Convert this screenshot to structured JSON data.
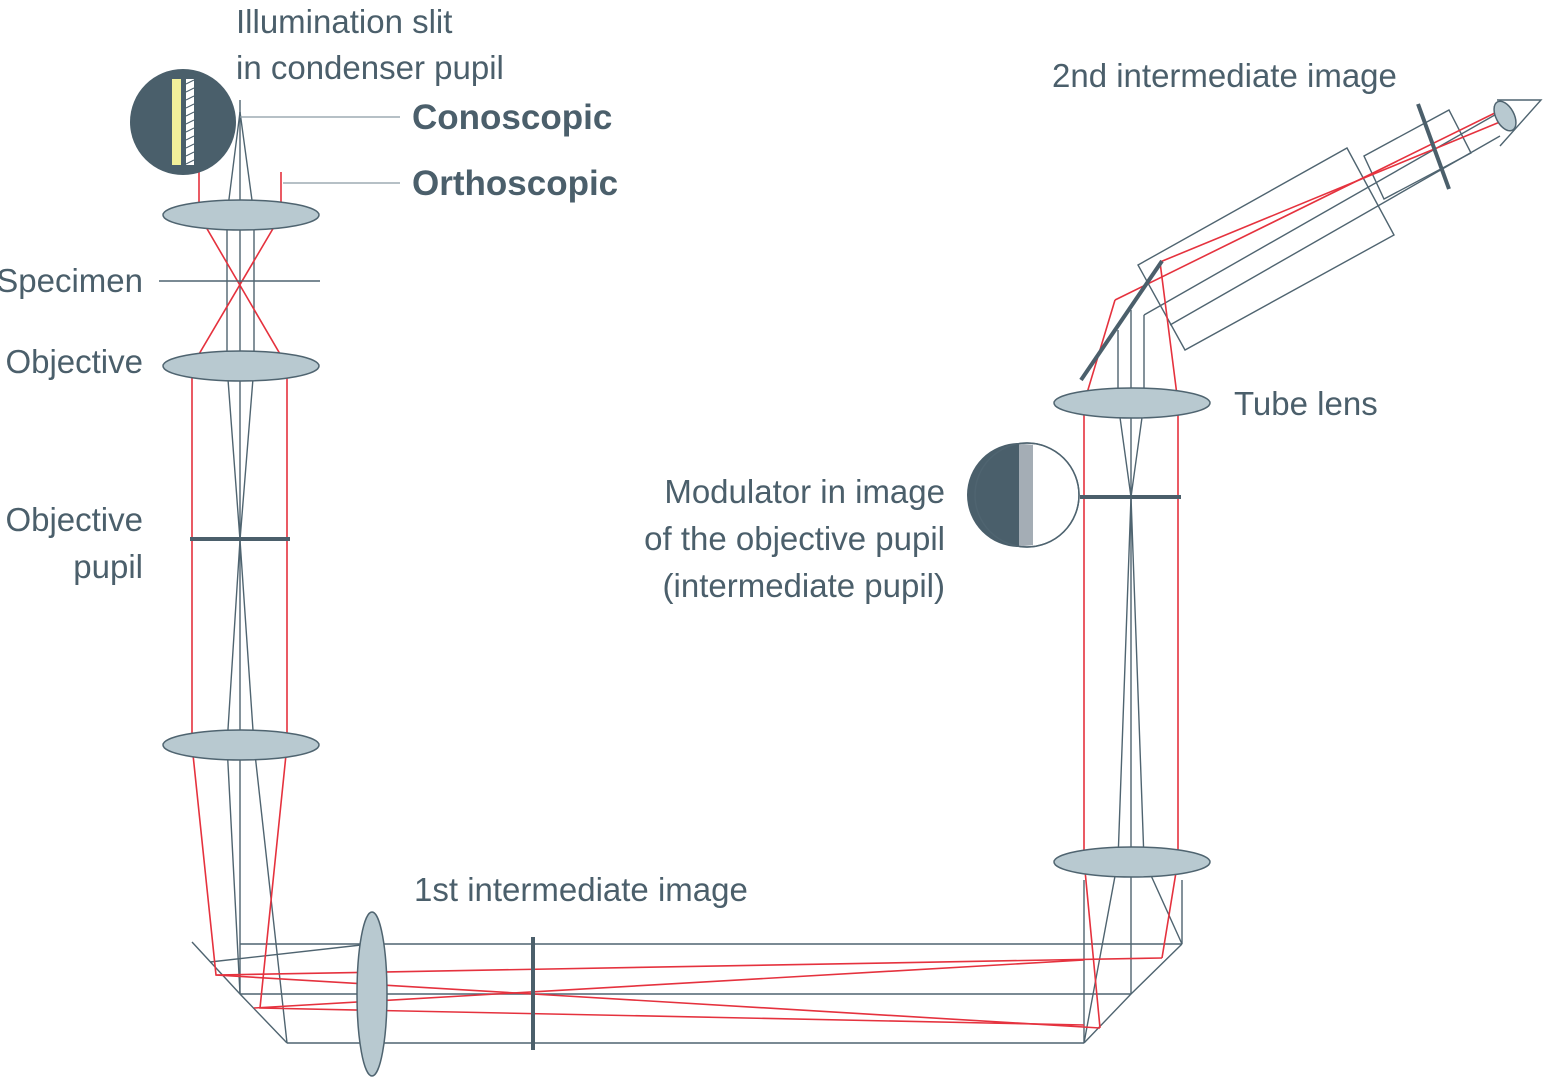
{
  "labels": {
    "illumination_slit_line1": "Illumination slit",
    "illumination_slit_line2": "in condenser pupil",
    "conoscopic": "Conoscopic",
    "orthoscopic": "Orthoscopic",
    "specimen": "Specimen",
    "objective": "Objective",
    "objective_pupil_line1": "Objective",
    "objective_pupil_line2": "pupil",
    "first_intermediate_image": "1st intermediate image",
    "second_intermediate_image": "2nd intermediate image",
    "tube_lens": "Tube lens",
    "modulator_line1": "Modulator in image",
    "modulator_line2": "of the objective pupil",
    "modulator_line3": "(intermediate pupil)"
  },
  "colors": {
    "conoscopic_ray": "#4f6470",
    "orthoscopic_ray": "#e5323e",
    "lens_fill": "#b8c9d0",
    "slit_yellow": "#f2f09a",
    "dark_disc": "#4a5f6b",
    "modulator_grey": "#a4adb5"
  }
}
